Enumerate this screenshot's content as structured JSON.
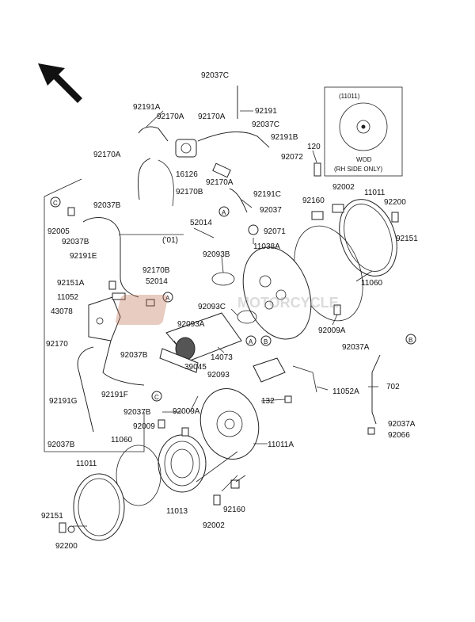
{
  "labels": {
    "92037C_top": "92037C",
    "92191A": "92191A",
    "92191": "92191",
    "92170A_left": "92170A",
    "92170A_mid": "92170A",
    "92037C_mid": "92037C",
    "92191B": "92191B",
    "92170A_far": "92170A",
    "92072": "92072",
    "120": "120",
    "16126": "16126",
    "92170A_bot": "92170A",
    "92170B_top": "92170B",
    "92191C": "92191C",
    "92037B_a": "92037B",
    "92037": "92037",
    "92160_r": "92160",
    "92002_r": "92002",
    "11011_r": "11011",
    "92200_r": "92200",
    "92005": "92005",
    "92037B_b": "92037B",
    "52014_a": "52014",
    "92071": "92071",
    "92151_r": "92151",
    "01": "(’01)",
    "11038A": "11038A",
    "92191E": "92191E",
    "92093B": "92093B",
    "92170B_mid": "92170B",
    "52014_b": "52014",
    "92151A": "92151A",
    "11052": "11052",
    "11060_r": "11060",
    "43078": "43078",
    "92093C": "92093C",
    "92093A": "92093A",
    "92009A_r": "92009A",
    "92170": "92170",
    "92037B_c": "92037B",
    "14073": "14073",
    "92037A_r": "92037A",
    "39045": "39045",
    "92093": "92093",
    "92191G": "92191G",
    "92191F": "92191F",
    "11052A": "11052A",
    "702": "702",
    "132": "132",
    "92037B_d": "92037B",
    "92009A_b": "92009A",
    "92037A_b": "92037A",
    "92009": "92009",
    "11011A": "11011A",
    "92066": "92066",
    "92037B_e": "92037B",
    "11060_l": "11060",
    "11011_l": "11011",
    "11013": "11013",
    "92160_b": "92160",
    "92002_b": "92002",
    "92151_l": "92151",
    "92200_l": "92200"
  },
  "inset": {
    "part": "(11011)",
    "note1": "WOD",
    "note2": "(RH SIDE ONLY)"
  },
  "refs": {
    "A": "A",
    "B": "B",
    "C": "C"
  },
  "watermark": "MOTORCYCLE"
}
